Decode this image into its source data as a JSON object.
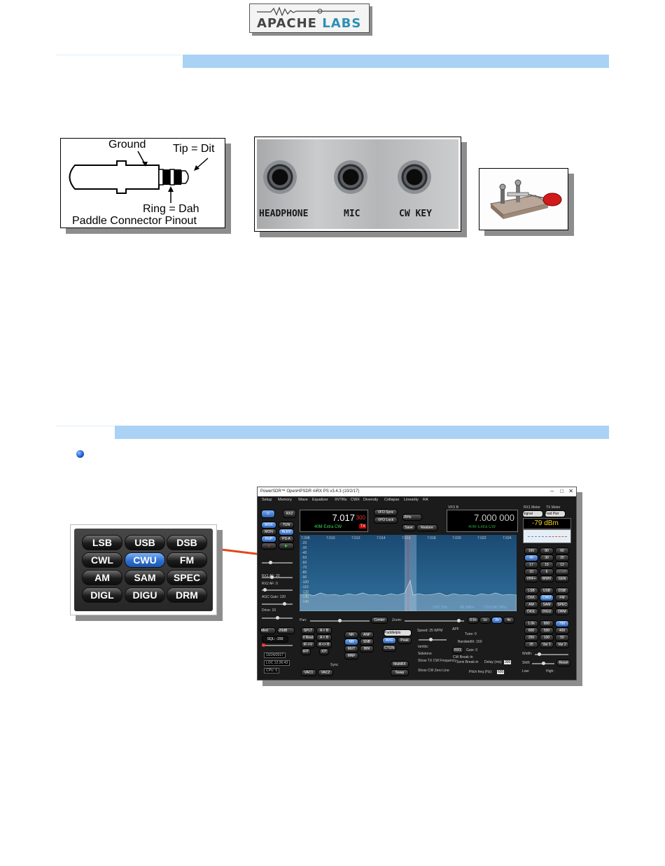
{
  "logo": {
    "word1": "APACHE",
    "word2": "LABS"
  },
  "jack_diagram": {
    "ground_label": "Ground",
    "tip_label": "Tip = Dit",
    "ring_label": "Ring = Dah",
    "caption": "Paddle Connector Pinout"
  },
  "front_panel": {
    "jacks": [
      "HEADPHONE",
      "MIC",
      "CW KEY"
    ]
  },
  "mode_panel": {
    "buttons": [
      "LSB",
      "USB",
      "DSB",
      "CWL",
      "CWU",
      "FM",
      "AM",
      "SAM",
      "SPEC",
      "DIGL",
      "DIGU",
      "DRM"
    ],
    "selected": "CWU"
  },
  "sdr_window": {
    "title": "PowerSDR™ OpenHPSDR mRX PS v3.4.3 (10/2/17)",
    "menu": [
      "Setup",
      "Memory",
      "Wave",
      "Equalizer",
      "XVTRs",
      "CWX",
      "Diversity",
      "Collapse",
      "Linearity",
      "RA"
    ],
    "vfo_a": {
      "freq": "7.017",
      "sub": "300",
      "band": "40M Extra CW"
    },
    "vfo_b_label": "VFO B",
    "vfo_b": {
      "freq": "7.000 000",
      "band": "40M Extra CW"
    },
    "vfo_buttons": [
      "VFO Sync",
      "VFO Lock",
      "Save",
      "Restore"
    ],
    "tune_step": "25Hz",
    "signal_level": "-79 dBm",
    "meter_labels": {
      "rx1": "RX1 Meter",
      "tx": "TX Meter"
    },
    "meter_selects": {
      "rx": "Signal",
      "tx": "Fwd Pwr"
    },
    "freq_axis": [
      "7.008",
      "7.010",
      "7.012",
      "7.014",
      "7.016",
      "7.018",
      "7.020",
      "7.022",
      "7.024"
    ],
    "db_axis": [
      "-20",
      "-30",
      "-40",
      "-50",
      "-60",
      "-70",
      "-80",
      "-90",
      "-100",
      "-110",
      "-120",
      "-130",
      "-140"
    ],
    "readout": [
      "3187.2Hz",
      "-89.1dBm",
      "7.015 887 MHz"
    ],
    "left_buttons": [
      "MOX",
      "TUN",
      "MON",
      "ALEX",
      "DUP",
      "PS-A"
    ],
    "rx2_label": "RX2",
    "band_buttons": [
      "160",
      "80",
      "60",
      "40",
      "30",
      "20",
      "17",
      "15",
      "12",
      "10",
      "6",
      "LF/MF",
      "VHF+",
      "WWV",
      "GEN"
    ],
    "mode_buttons": [
      "LSB",
      "USB",
      "DSB",
      "CWL",
      "CWU",
      "FM",
      "AM",
      "SAM",
      "SPEC",
      "DIGL",
      "DIGU",
      "DRM"
    ],
    "filter_buttons": [
      "1.0k",
      "800",
      "750",
      "600",
      "500",
      "400",
      "250",
      "100",
      "50",
      "25",
      "Var 1",
      "Var 2"
    ],
    "dsp_buttons": [
      "NR",
      "ANF",
      "NB",
      "SNB",
      "MUT",
      "BIN",
      "MNF"
    ],
    "misc_buttons": [
      "SPLT",
      "A > B",
      "0 Beat",
      "A < B",
      "IF->V",
      "A <> B",
      "AVG",
      "Peak",
      "CTUN",
      "MultiRX",
      "Swap",
      "VAC1",
      "VAC2",
      "RIT",
      "XIT"
    ],
    "zoom_buttons": [
      "Center",
      "0.5x",
      "1x",
      "2x",
      "4x"
    ],
    "pan_label": "Pan:",
    "zoom_label": "Zoom:",
    "left_labels": [
      "RX1 AF: 20",
      "RX2 AF: 0",
      "AGC Gain: 120",
      "Drive: 10"
    ],
    "squelch": "SQL: -150",
    "agc": "Med",
    "preamp": "-20dB",
    "date": "10/24/2017",
    "time": "LOC 12:26:43",
    "cpu": "CPU: 5",
    "cw": {
      "speed": "Speed: 25 WPM",
      "paddle": "Paddlelpts",
      "options": [
        "Iambic",
        "Sidetone",
        "Show TX CW Frequency",
        "Show CW Zero Line"
      ],
      "apf_label": "APF",
      "tune": "Tune: 0",
      "bandwidth": "Bandwidth: 150",
      "gain": "Gain: 0",
      "rx1": "RX1",
      "break_in_label": "CW Break-In",
      "semi_break_in": "Semi Break-in",
      "delay_label": "Delay (ms):",
      "delay": "300",
      "pitch_label": "Pitch freq (Hz):",
      "pitch": "600"
    },
    "width_labels": [
      "Width:",
      "Shift:",
      "Reset",
      "Low:",
      "High:"
    ],
    "sync_label": "Sync"
  },
  "colors": {
    "bar": "#a9d2f5",
    "mode_selected": "#2c6fd1",
    "connector": "#e0471c",
    "spectrum": "#1e4f7a"
  }
}
